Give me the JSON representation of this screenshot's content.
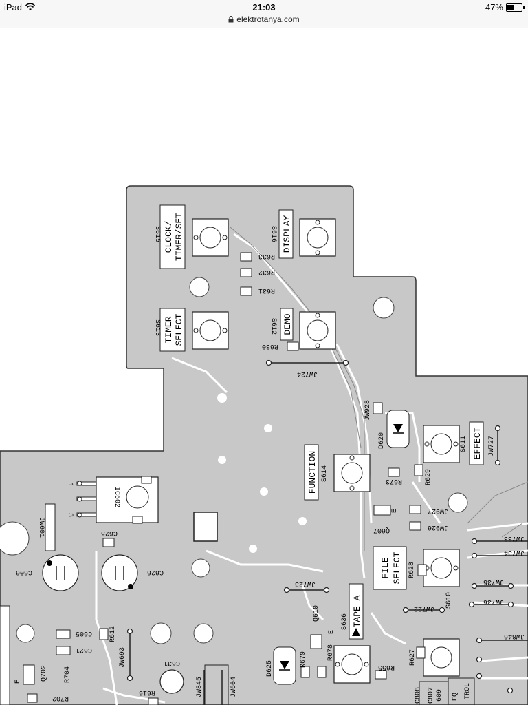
{
  "status_bar": {
    "device": "iPad",
    "time": "21:03",
    "battery_percent": "47%",
    "battery_level": 0.47
  },
  "browser": {
    "url": "elektrotanya.com",
    "lock_icon": "lock-icon"
  },
  "schematic": {
    "board_color": "#c8c8c8",
    "switch_labels": {
      "s615_title": "CLOCK/",
      "s615_title2": "TIMER/SET",
      "s615_ref": "S615",
      "s616_title": "DISPLAY",
      "s616_ref": "S616",
      "s613_title": "TIMER",
      "s613_title2": "SELECT",
      "s613_ref": "S613",
      "s612_title": "DEMO",
      "s612_ref": "S612",
      "s614_title": "FUNCTION",
      "s614_ref": "S614",
      "s611_title": "EFFECT",
      "s611_ref": "S611",
      "s610_title": "FILE",
      "s610_title2": "SELECT",
      "s610_ref": "S610",
      "s636_title": "TAPE A",
      "s636_ref": "S636"
    },
    "resistors": [
      "R633",
      "R632",
      "R631",
      "R630",
      "R629",
      "R673",
      "R628",
      "R612",
      "R704",
      "R702",
      "R679",
      "R678",
      "R655",
      "R627",
      "R616"
    ],
    "jumpers": [
      "JW724",
      "JW928",
      "JW727",
      "JW927",
      "JW926",
      "JW601",
      "JW723",
      "JW733",
      "JW734",
      "JW735",
      "JW736",
      "JW722",
      "JW693",
      "JW845",
      "JW604",
      "JW846"
    ],
    "capacitors": [
      "C625",
      "C606",
      "C626",
      "C605",
      "C621",
      "C631",
      "C808",
      "C807"
    ],
    "ics": [
      "IC602"
    ],
    "diodes": [
      "D620",
      "D625"
    ],
    "transistors": [
      "Q607",
      "Q610",
      "Q702"
    ],
    "ic_pins": [
      "1",
      "3"
    ],
    "misc": [
      "E",
      "609",
      "EQ",
      "TROL"
    ]
  }
}
